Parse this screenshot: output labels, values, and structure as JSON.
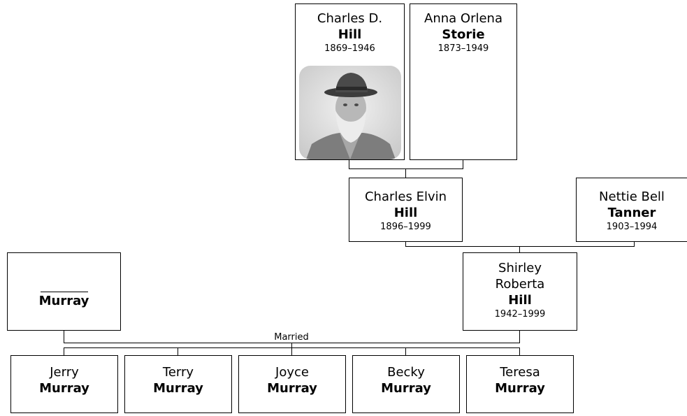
{
  "people": {
    "charles_d": {
      "given": "Charles D.",
      "surname": "Hill",
      "dates": "1869–1946"
    },
    "anna": {
      "given": "Anna Orlena",
      "surname": "Storie",
      "dates": "1873–1949"
    },
    "charles_elvin": {
      "given": "Charles Elvin",
      "surname": "Hill",
      "dates": "1896–1999"
    },
    "nettie": {
      "given": "Nettie Bell",
      "surname": "Tanner",
      "dates": "1903–1994"
    },
    "murray_father": {
      "given": "",
      "surname": "Murray"
    },
    "shirley": {
      "given_line1": "Shirley",
      "given_line2": "Roberta",
      "surname": "Hill",
      "dates": "1942–1999"
    },
    "children": [
      {
        "given": "Jerry",
        "surname": "Murray"
      },
      {
        "given": "Terry",
        "surname": "Murray"
      },
      {
        "given": "Joyce",
        "surname": "Murray"
      },
      {
        "given": "Becky",
        "surname": "Murray"
      },
      {
        "given": "Teresa",
        "surname": "Murray"
      }
    ]
  },
  "married_label": "Married"
}
